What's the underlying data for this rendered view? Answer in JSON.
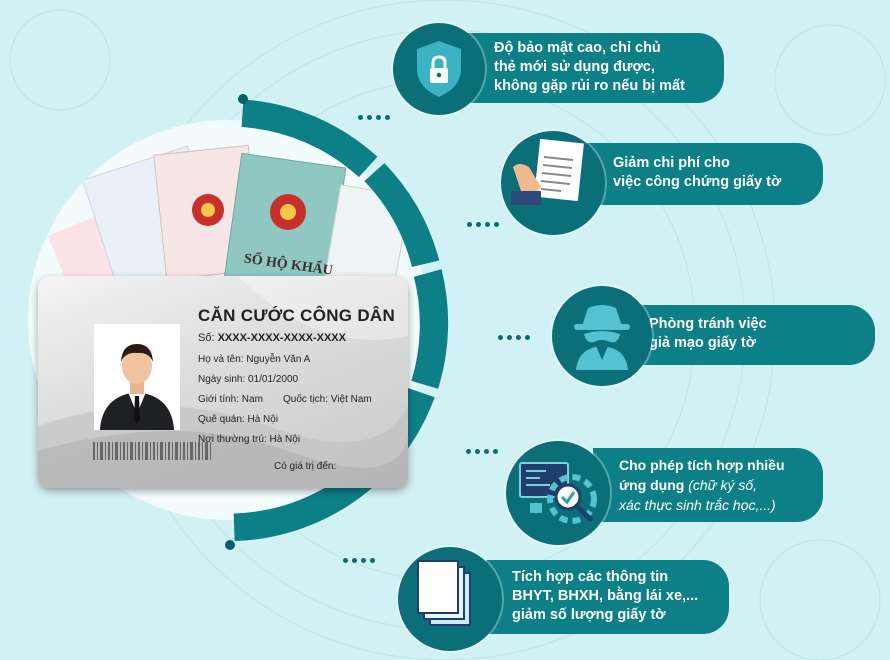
{
  "card": {
    "title": "CĂN CƯỚC CÔNG DÂN",
    "number_label": "Số:",
    "number_value": "XXXX-XXXX-XXXX-XXXX",
    "name": "Họ và tên: Nguyễn Văn A",
    "dob": "Ngày sinh: 01/01/2000",
    "sex": "Giới tính: Nam",
    "nationality": "Quốc tịch: Việt Nam",
    "hometown": "Quê quán: Hà Nội",
    "residence": "Nơi thường trú: Hà Nội",
    "expiry": "Có giá trị đến:"
  },
  "documents": {
    "household_book": "SỔ HỘ KHẨU"
  },
  "benefits": [
    {
      "icon": "shield-lock-icon",
      "lines": [
        "Độ bảo mật cao, chỉ chủ",
        "thẻ mới sử dụng được,",
        "không gặp rủi ro nếu bị mất"
      ]
    },
    {
      "icon": "hand-document-icon",
      "lines": [
        "Giảm chi phí cho",
        "việc công chứng giấy tờ"
      ]
    },
    {
      "icon": "spy-icon",
      "lines": [
        "Phòng tránh việc",
        "giả mạo giấy tờ"
      ]
    },
    {
      "icon": "integration-gear-icon",
      "lines": [
        "Cho phép tích hợp nhiều",
        "ứng dụng"
      ],
      "italic_lines": [
        "(chữ ký số,",
        "xác thực sinh trắc học,...)"
      ]
    },
    {
      "icon": "document-stack-icon",
      "lines": [
        "Tích hợp các thông tin",
        "BHYT, BHXH, bằng lái xe,...",
        "giảm số lượng giấy tờ"
      ]
    }
  ],
  "colors": {
    "teal": "#0d7f87",
    "dark_teal": "#0a5f6a",
    "background": "#d2f1f4"
  }
}
